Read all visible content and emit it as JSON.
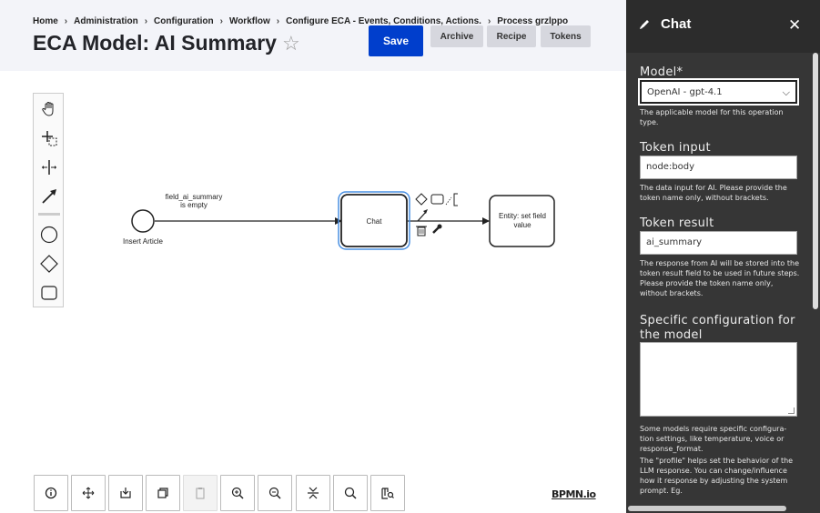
{
  "breadcrumb": [
    "Home",
    "Administration",
    "Configuration",
    "Workflow",
    "Configure ECA - Events, Conditions, Actions.",
    "Process grzlppo"
  ],
  "page_title": "ECA Model: AI Summary",
  "actions": {
    "save": "Save",
    "archive": "Archive",
    "recipe": "Recipe",
    "tokens": "Tokens"
  },
  "palette_tools": [
    "hand-tool",
    "lasso-tool",
    "space-tool",
    "connect-tool",
    "start-event",
    "gateway",
    "task"
  ],
  "diagram": {
    "start_label": "Insert Article",
    "condition_label_1": "field_ai_summary",
    "condition_label_2": "is empty",
    "task_chat": "Chat",
    "task_entity_1": "Entity: set field",
    "task_entity_2": "value"
  },
  "bottom_tools": [
    "info",
    "move",
    "download",
    "duplicate",
    "paste",
    "zoom-in",
    "zoom-out",
    "fit",
    "search",
    "minimap"
  ],
  "bpmn_logo": "BPMN.io",
  "panel": {
    "title": "Chat",
    "model_label": "Model*",
    "model_value": "OpenAI - gpt-4.1",
    "model_help": "The applicable model for this operation type.",
    "token_input_label": "Token input",
    "token_input_value": "node:body",
    "token_input_help": "The data input for AI. Please provide the token name only, without brackets.",
    "token_result_label": "Token result",
    "token_result_value": "ai_summary",
    "token_result_help": "The response from AI will be stored into the token result field to be used in future steps. Please provide the token name only, without brackets.",
    "config_label": "Specific configuration for the model",
    "config_help_1": "Some models require specific configura-tion settings, like temperature, voice or response_format.",
    "config_help_2": "The \"profile\" helps set the behavior of the LLM response. You can change/influence how it response by adjusting the system prompt. Eg."
  }
}
